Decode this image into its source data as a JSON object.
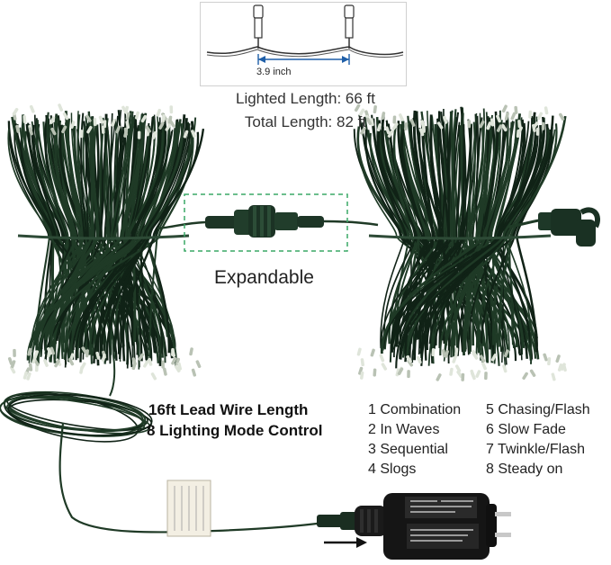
{
  "spacing_diagram": {
    "distance_label": "3.9 inch"
  },
  "lengths": {
    "lighted": "Lighted Length: 66 ft",
    "total": "Total Length: 82 ft"
  },
  "expandable_label": "Expandable",
  "features": {
    "lead_wire": "16ft Lead Wire Length",
    "modes": "8 Lighting Mode Control"
  },
  "lighting_modes": [
    "1 Combination",
    "2 In Waves",
    "3 Sequential",
    "4 Slogs",
    "5 Chasing/Flash",
    "6 Slow Fade",
    "7 Twinkle/Flash",
    "8 Steady on"
  ],
  "colors": {
    "wire": "#1f3a26",
    "wire_dark": "#102216",
    "dashed_box": "#3aa866",
    "arrow": "#1f5fa8",
    "adapter": "#1a1a1a"
  }
}
